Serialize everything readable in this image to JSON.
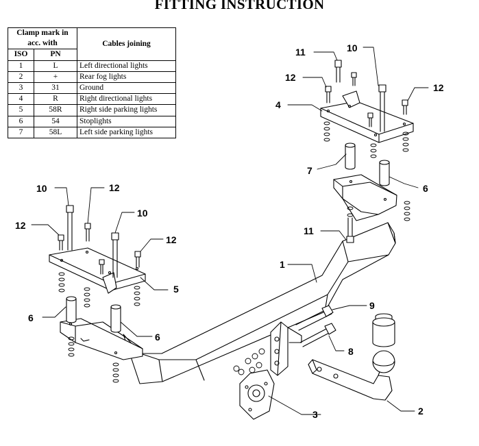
{
  "title": "FITTING INSTRUCTION",
  "table": {
    "header_clamp": "Clamp mark in acc. with",
    "header_cables": "Cables joining",
    "header_iso": "ISO",
    "header_pn": "PN",
    "rows": [
      {
        "iso": "1",
        "pn": "L",
        "cable": "Left directional lights"
      },
      {
        "iso": "2",
        "pn": "+",
        "cable": "Rear fog lights"
      },
      {
        "iso": "3",
        "pn": "31",
        "cable": "Ground"
      },
      {
        "iso": "4",
        "pn": "R",
        "cable": "Right directional lights"
      },
      {
        "iso": "5",
        "pn": "58R",
        "cable": "Right side parking lights"
      },
      {
        "iso": "6",
        "pn": "54",
        "cable": "Stoplights"
      },
      {
        "iso": "7",
        "pn": "58L",
        "cable": "Left side parking lights"
      }
    ]
  },
  "callouts": {
    "c11_top": "11",
    "c10_top": "10",
    "c12_tl": "12",
    "c12_tr": "12",
    "c4": "4",
    "c7": "7",
    "c6_r": "6",
    "c11_mid": "11",
    "c10_l": "10",
    "c12_l1": "12",
    "c12_l2": "12",
    "c10_l2": "10",
    "c12_l3": "12",
    "c5": "5",
    "c6_l": "6",
    "c6_l2": "6",
    "c1": "1",
    "c9": "9",
    "c8": "8",
    "c3": "3",
    "c2": "2"
  }
}
